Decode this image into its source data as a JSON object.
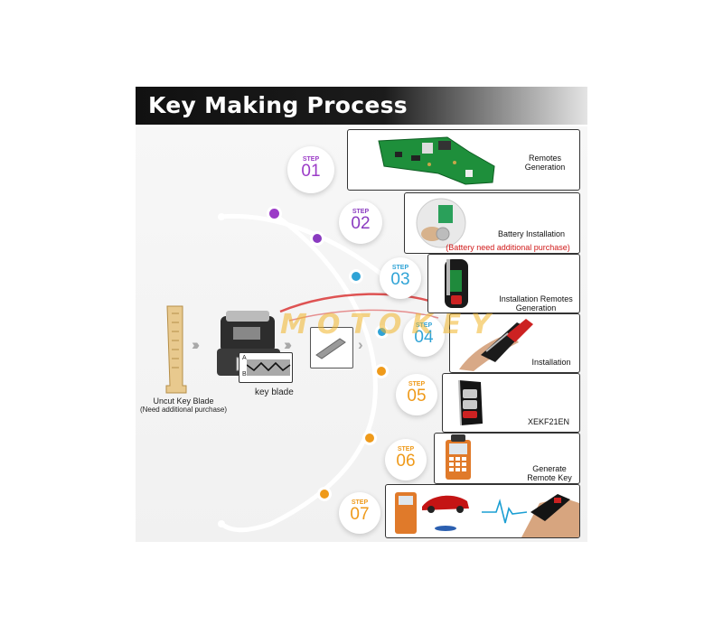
{
  "title": "Key Making Process",
  "watermark": "MOTOKEY",
  "left": {
    "blade_label": "Uncut Key  Blade",
    "blade_note": "(Need additional purchase)",
    "machine_label": "key blade",
    "mark_a": "A",
    "mark_b": "B"
  },
  "step_word": "STEP",
  "steps": [
    {
      "num": "01",
      "caption": [
        "Remotes",
        "Generation"
      ],
      "color": "#9b3bc7"
    },
    {
      "num": "02",
      "caption": [
        "Battery Installation"
      ],
      "note": "(Battery need additional purchase)",
      "color": "#8a3bc0"
    },
    {
      "num": "03",
      "caption": [
        "Installation Remotes",
        "Generation"
      ],
      "color": "#2fa3d6"
    },
    {
      "num": "04",
      "caption": [
        "Installation"
      ],
      "color": "#2fa3d6"
    },
    {
      "num": "05",
      "caption": [
        "XEKF21EN"
      ],
      "color": "#ef9a1a"
    },
    {
      "num": "06",
      "caption": [
        "Generate",
        "Remote Key"
      ],
      "color": "#ef9a1a"
    },
    {
      "num": "07",
      "caption": [],
      "color": "#ef9a1a"
    }
  ],
  "icons": [
    "pcb-board-icon",
    "coin-battery-icon",
    "remote-shell-icon",
    "remote-installation-icon",
    "flip-key-remote-icon",
    "key-programmer-icon",
    "programming-scene-icon",
    "uncut-key-blade-icon",
    "key-cutting-machine-icon",
    "key-blade-icon"
  ]
}
